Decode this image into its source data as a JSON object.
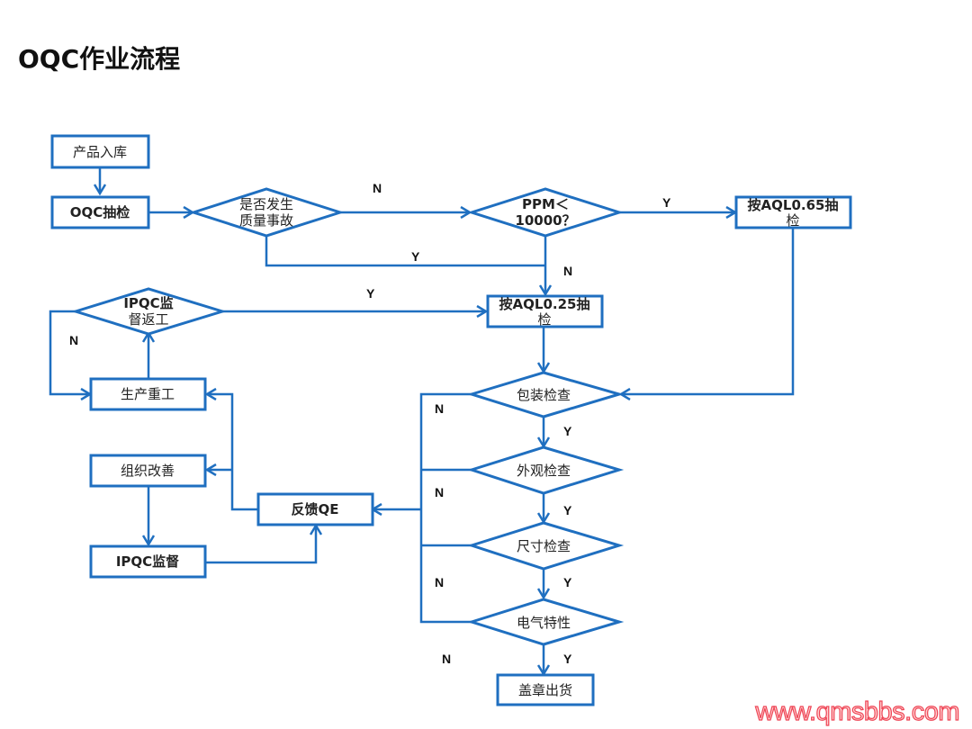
{
  "title": "OQC作业流程",
  "colors": {
    "line": "#1f6fc0",
    "watermark": "#ee4455"
  },
  "nodes": {
    "product_storage": {
      "type": "process",
      "lines": [
        "产品入库"
      ]
    },
    "oqc_sampling": {
      "type": "process",
      "lines": [
        "OQC抽检"
      ]
    },
    "quality_incident": {
      "type": "decision",
      "lines": [
        "是否发生",
        "质量事故"
      ]
    },
    "ppm_check": {
      "type": "decision",
      "lines": [
        "PPM＜",
        "10000？"
      ]
    },
    "aql065": {
      "type": "process",
      "lines": [
        "按AQL0.65抽",
        "检"
      ]
    },
    "aql025": {
      "type": "process",
      "lines": [
        "按AQL0.25抽",
        "检"
      ]
    },
    "ipqc_rework": {
      "type": "decision",
      "lines": [
        "IPQC监",
        "督返工"
      ]
    },
    "production_rework": {
      "type": "process",
      "lines": [
        "生产重工"
      ]
    },
    "organize_improve": {
      "type": "process",
      "lines": [
        "组织改善"
      ]
    },
    "ipqc_supervise": {
      "type": "process",
      "lines": [
        "IPQC监督"
      ]
    },
    "feedback_qe": {
      "type": "process",
      "lines": [
        "反馈QE"
      ]
    },
    "packaging_check": {
      "type": "decision",
      "lines": [
        "包装检查"
      ]
    },
    "appearance_check": {
      "type": "decision",
      "lines": [
        "外观检查"
      ]
    },
    "dimension_check": {
      "type": "decision",
      "lines": [
        "尺寸检查"
      ]
    },
    "electrical_check": {
      "type": "decision",
      "lines": [
        "电气特性"
      ]
    },
    "stamp_ship": {
      "type": "process",
      "lines": [
        "盖章出货"
      ]
    }
  },
  "edge_labels": {
    "incident_n": "N",
    "incident_y": "Y",
    "ppm_y": "Y",
    "ppm_n": "N",
    "ipqc_y": "Y",
    "ipqc_n": "N",
    "pack_n": "N",
    "pack_y": "Y",
    "appear_n": "N",
    "appear_y": "Y",
    "dim_n": "N",
    "dim_y": "Y",
    "elec_n": "N",
    "elec_y": "Y"
  },
  "watermark": "www.qmsbbs.com"
}
